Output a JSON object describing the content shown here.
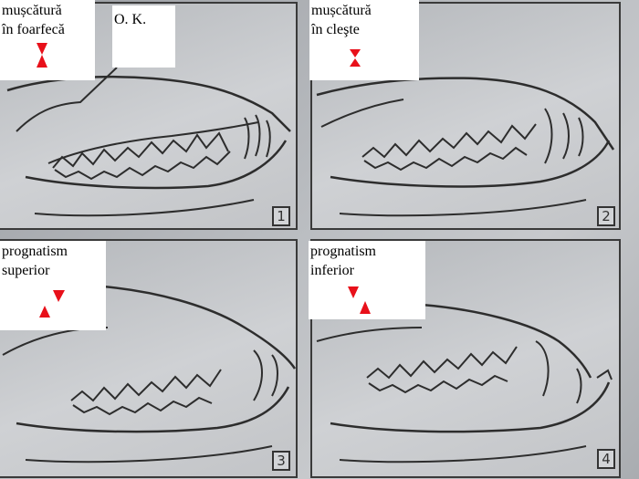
{
  "labels": {
    "scissor": {
      "line1": "mușcătură",
      "line2": "în foarfecă"
    },
    "ok": {
      "text": "O. K."
    },
    "level": {
      "line1": "mușcătură",
      "line2": "în cleşte"
    },
    "overshot": {
      "line1": "prognatism",
      "line2": "superior"
    },
    "undershot": {
      "line1": "prognatism",
      "line2": "inferior"
    }
  },
  "panels": [
    {
      "number": "1"
    },
    {
      "number": "2"
    },
    {
      "number": "3"
    },
    {
      "number": "4"
    }
  ],
  "colors": {
    "marker": "#e8101a",
    "ink": "#2d2d2d",
    "label_bg": "#ffffff"
  }
}
